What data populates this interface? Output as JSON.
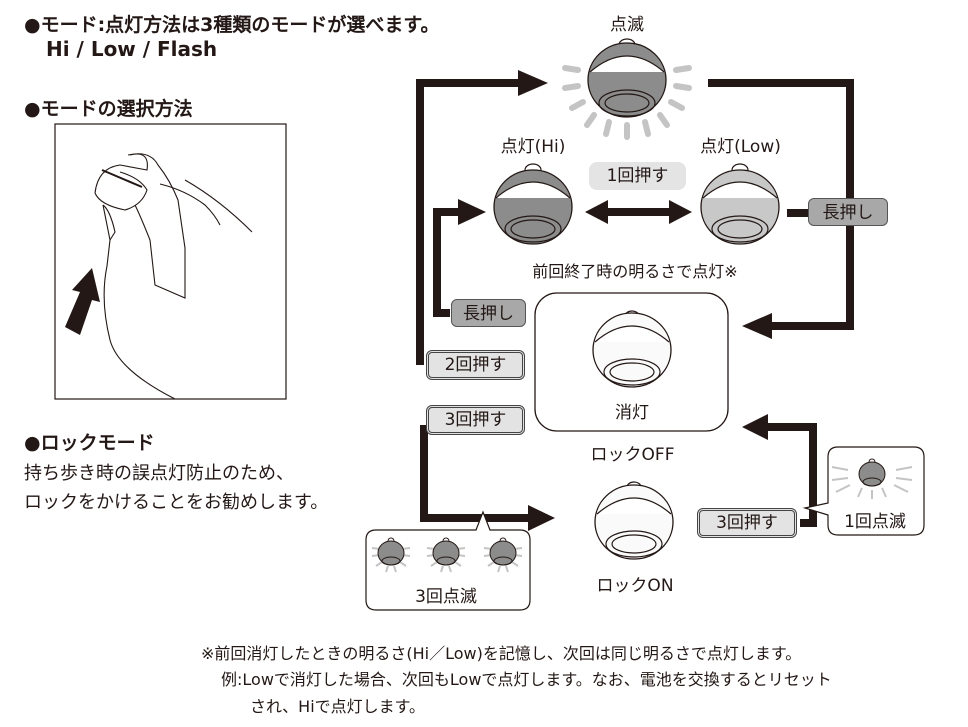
{
  "header": {
    "mode_title": "●モード:点灯方法は3種類のモードが選べます。",
    "mode_list": "Hi / Low / Flash",
    "select_title": "●モードの選択方法"
  },
  "lock_section": {
    "title": "●ロックモード",
    "line1": "持ち歩き時の誤点灯防止のため、",
    "line2": "ロックをかけることをお勧めします。"
  },
  "diagram": {
    "flash_label": "点滅",
    "hi_label": "点灯(Hi)",
    "low_label": "点灯(Low)",
    "press_once": "1回押す",
    "long_press_right": "長押し",
    "long_press_left": "長押し",
    "press_twice": "2回押す",
    "press_three_left": "3回押す",
    "press_three_right": "3回押す",
    "resume_note": "前回終了時の明るさで点灯※",
    "off_label": "消灯",
    "lock_off_label": "ロックOFF",
    "lock_on_label": "ロックON",
    "blink_three": "3回点滅",
    "blink_once": "1回点滅"
  },
  "footnote": {
    "line1": "※前回消灯したときの明るさ(Hi／Low)を記憶し、次回は同じ明るさで点灯します。",
    "line2": "例:Lowで消灯した場合、次回もLowで点灯します。なお、電池を交換するとリセット",
    "line3": "され、Hiで点灯します。"
  },
  "colors": {
    "ink": "#231815",
    "lamp_dark": "#8c8c8c",
    "lamp_light": "#c8c8c8",
    "rays": "#c4c4c4"
  }
}
